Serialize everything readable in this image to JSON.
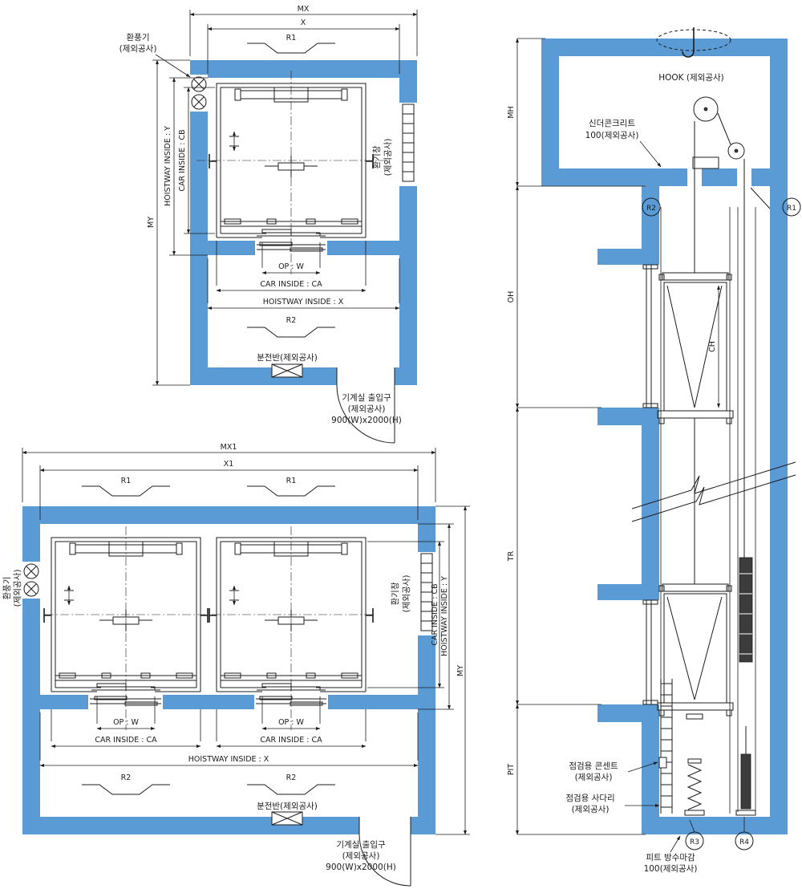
{
  "drawing": {
    "labels": {
      "fan": "환풍기",
      "excluded": "(제외공사)",
      "vent": "환기창",
      "panel": "분전반(제외공사)",
      "mr_door_1": "기계실 출입구",
      "mr_door_2": "(제외공사)",
      "mr_door_3": "900(W)x2000(H)"
    },
    "dims": {
      "mx": "MX",
      "x": "X",
      "mx1": "MX1",
      "x1": "X1",
      "my": "MY",
      "hoistway_y": "HOISTWAY INSIDE : Y",
      "car_cb": "CAR INSIDE : CB",
      "op_w": "OP : W",
      "car_ca": "CAR INSIDE : CA",
      "hoistway_x": "HOISTWAY INSIDE : X",
      "r1": "R1",
      "r2": "R2",
      "r3": "R3",
      "r4": "R4",
      "mh": "MH",
      "oh": "OH",
      "ch": "CH",
      "tr": "TR",
      "pit": "PIT"
    },
    "section": {
      "hook": "HOOK  (제외공사)",
      "concrete_1": "신더콘크리트",
      "concrete_2": "100(제외공사)",
      "outlet_1": "점검용 콘센트",
      "ladder_1": "점검용 사다리",
      "pit_finish_1": "피트 방수마감",
      "pit_finish_2": "100(제외공사)"
    },
    "colors": {
      "wall": "#5b9bd5",
      "line": "#1c1c1c"
    }
  }
}
